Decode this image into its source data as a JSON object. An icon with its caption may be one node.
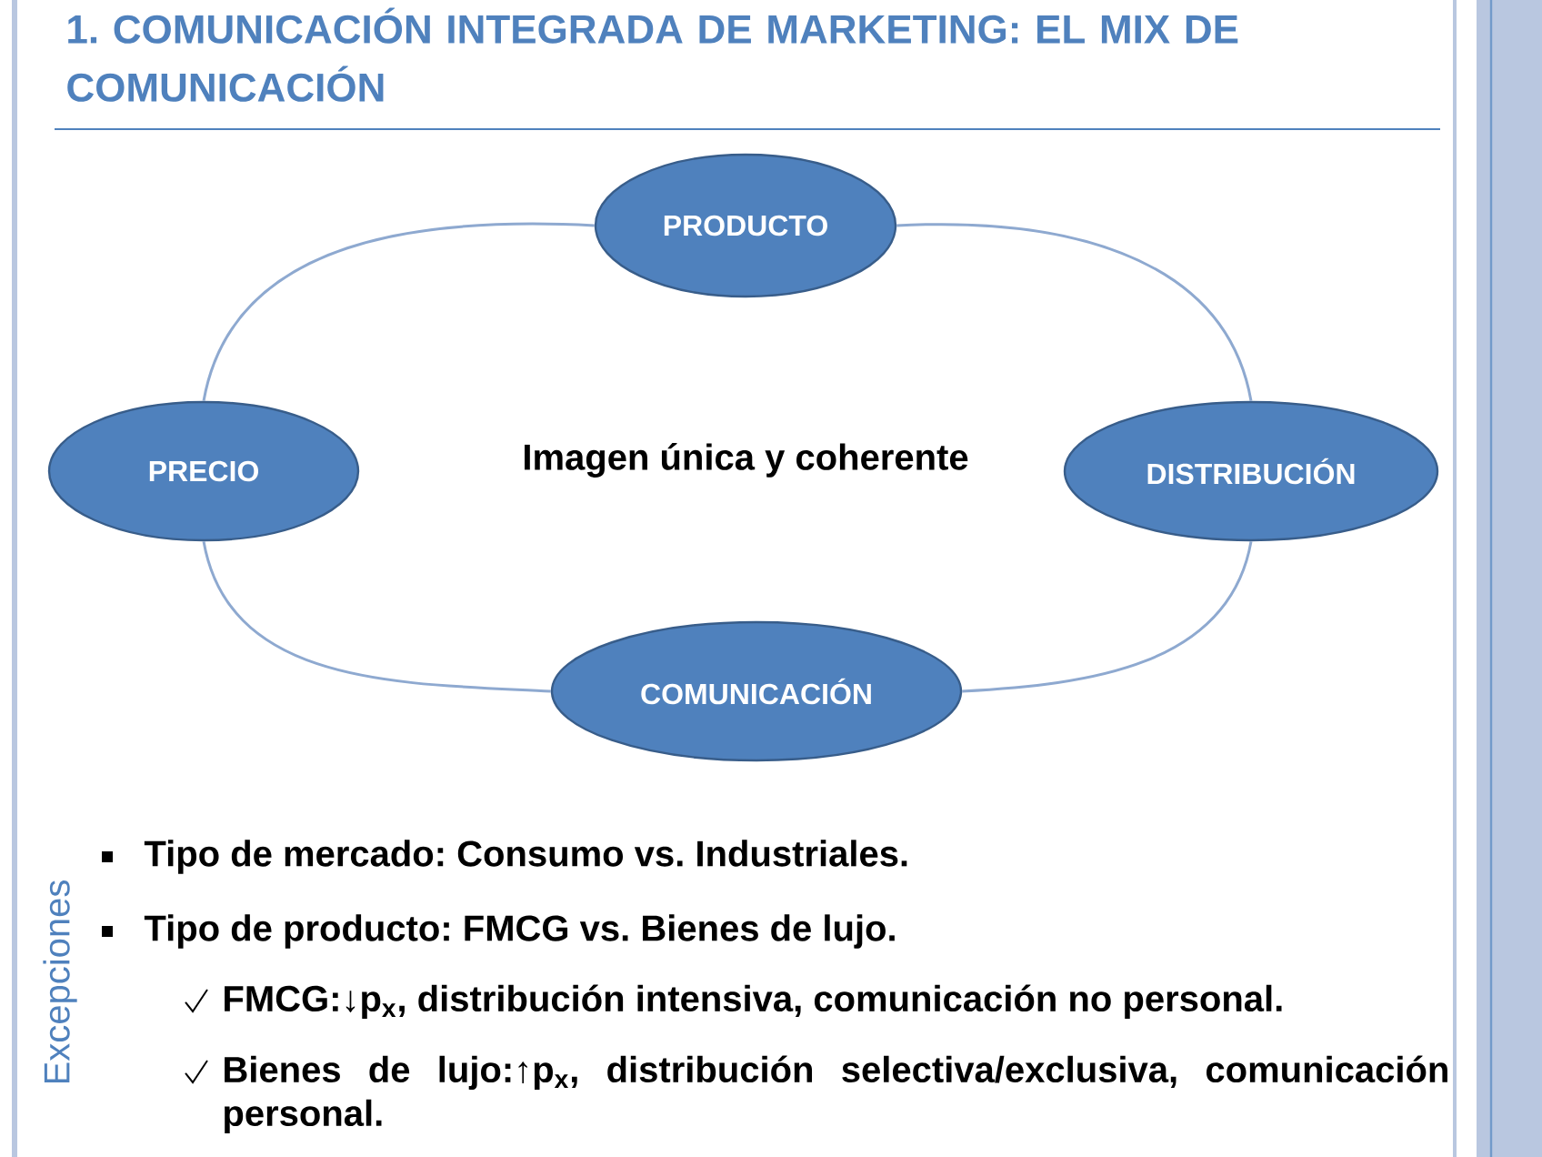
{
  "diagram": {
    "title": "1. COMUNICACIÓN INTEGRADA DE MARKETING: EL MIX DE COMUNICACIÓN",
    "nodes": [
      {
        "text": [
          "PRODUCTO"
        ]
      },
      {
        "text": [
          "PRECIO"
        ]
      },
      {
        "text": [
          "DISTRIBUCIÓN"
        ]
      },
      {
        "text": [
          "COMUNICACIÓN"
        ]
      }
    ],
    "edges": [
      {
        "from": 0,
        "to": 2,
        "arrow": "none"
      },
      {
        "from": 2,
        "to": 3,
        "arrow": "none"
      },
      {
        "from": 3,
        "to": 1,
        "arrow": "none"
      },
      {
        "from": 1,
        "to": 0,
        "arrow": "none"
      }
    ],
    "labels": [
      "Imagen única y coherente",
      "Excepciones",
      "Tipo de mercado: Consumo vs. Industriales.",
      "Tipo de producto: FMCG vs. Bienes de lujo.",
      "FMCG:↓p$_{x}$, distribución intensiva, comunicación no personal.",
      "Bienes de lujo:↑p$_{x}$, distribución selectiva/exclusiva, comunicación personal."
    ]
  }
}
